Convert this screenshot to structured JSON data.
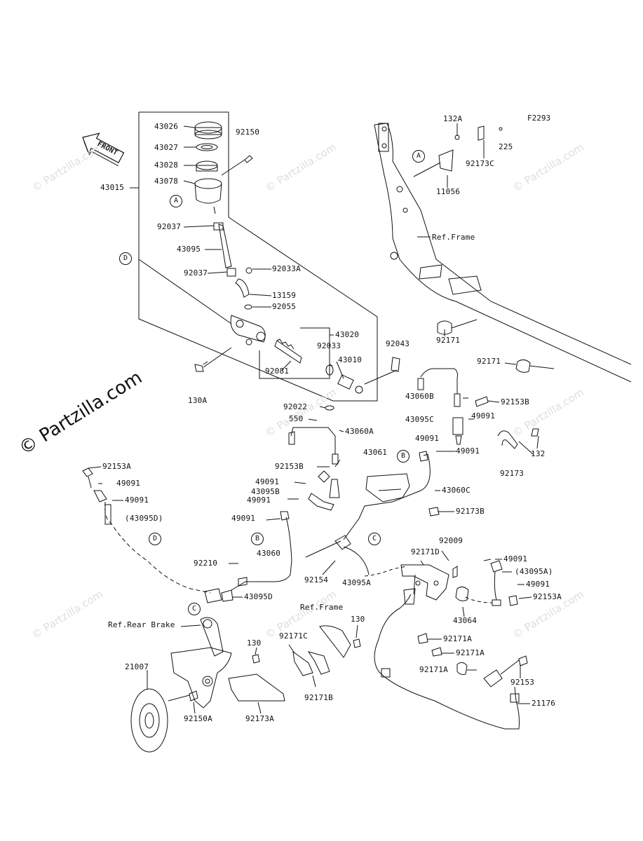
{
  "figure_id": "F2293",
  "front_label": "FRONT",
  "watermark": "© Partzilla.com",
  "ref_labels": {
    "frame_top": "Ref.Frame",
    "frame_bottom": "Ref.Frame",
    "rear_brake": "Ref.Rear Brake"
  },
  "callouts": [
    "A",
    "A",
    "B",
    "B",
    "C",
    "C",
    "D",
    "D"
  ],
  "parts": [
    "43026",
    "43027",
    "43028",
    "43078",
    "92150",
    "43015",
    "92037",
    "43095",
    "92037",
    "92033A",
    "13159",
    "92055",
    "43020",
    "92033",
    "92081",
    "43010",
    "130A",
    "92043",
    "92022",
    "550",
    "43060A",
    "132A",
    "225",
    "92173C",
    "11056",
    "92171",
    "92171",
    "43060B",
    "92153B",
    "43095C",
    "49091",
    "49091",
    "49091",
    "43061",
    "43060C",
    "132",
    "92173",
    "92173B",
    "92153A",
    "49091",
    "49091",
    "(43095D)",
    "92153B",
    "49091",
    "43095B",
    "49091",
    "49091",
    "43060",
    "92210",
    "43095D",
    "92154",
    "43095A",
    "92009",
    "92171D",
    "49091",
    "(43095A)",
    "49091",
    "92153A",
    "43064",
    "130",
    "92171C",
    "92171A",
    "92171A",
    "92171A",
    "92153",
    "21176",
    "92171B",
    "130",
    "21007",
    "92150A",
    "92173A"
  ]
}
